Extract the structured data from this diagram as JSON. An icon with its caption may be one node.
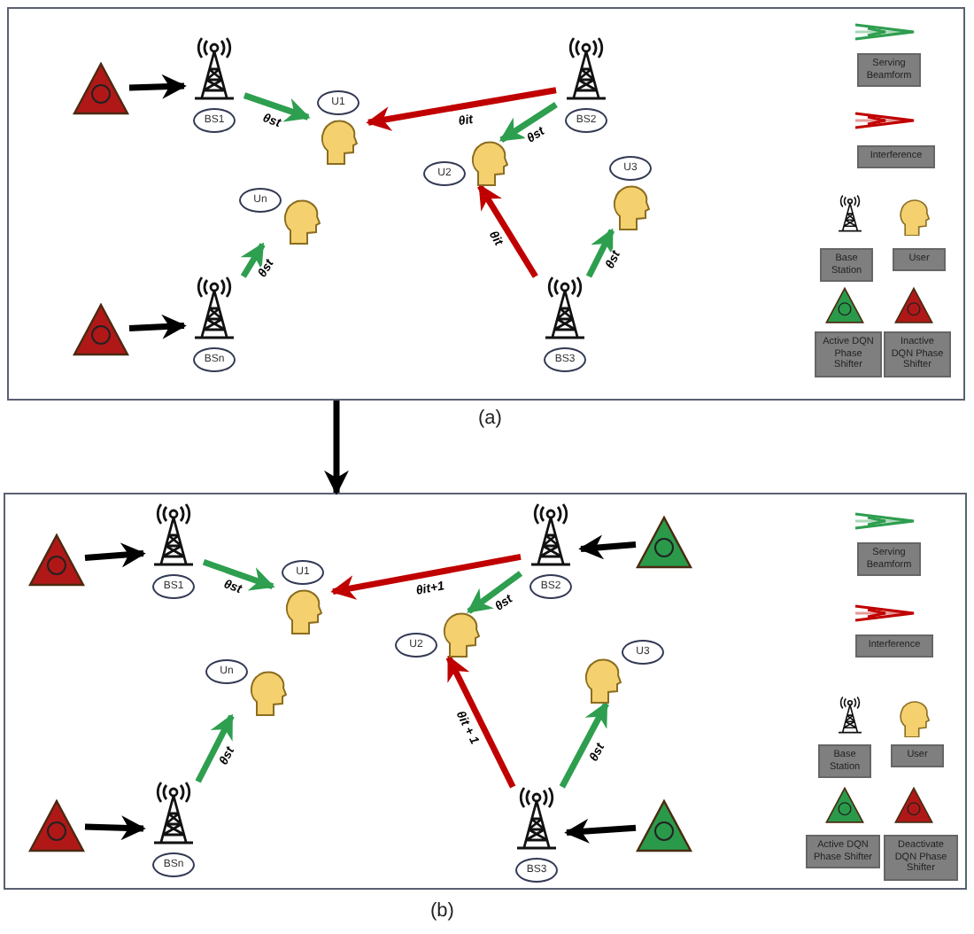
{
  "diagram": {
    "nodes": [
      {
        "text": [],
        "shape": "box",
        "beside": [
          "(a)"
        ]
      },
      {
        "text": [],
        "shape": "triangle",
        "in": 0
      },
      {
        "text": [
          "BS1"
        ],
        "in": 0
      },
      {
        "text": [
          "U1"
        ],
        "in": 0
      },
      {
        "text": [
          "BS2"
        ],
        "in": 0
      },
      {
        "text": [
          "U2"
        ],
        "in": 0
      },
      {
        "text": [
          "U3"
        ],
        "in": 0
      },
      {
        "text": [
          "Un"
        ],
        "in": 0
      },
      {
        "text": [],
        "shape": "triangle",
        "in": 0
      },
      {
        "text": [
          "BSn"
        ],
        "in": 0
      },
      {
        "text": [
          "BS3"
        ],
        "in": 0
      },
      {
        "text": [],
        "shape": "box",
        "beside": [
          "(b)"
        ]
      },
      {
        "text": [],
        "shape": "triangle",
        "in": 11
      },
      {
        "text": [
          "BS1"
        ],
        "in": 11
      },
      {
        "text": [
          "U1"
        ],
        "in": 11
      },
      {
        "text": [
          "BS2"
        ],
        "in": 11
      },
      {
        "text": [],
        "shape": "triangle",
        "in": 11
      },
      {
        "text": [
          "U2"
        ],
        "in": 11
      },
      {
        "text": [
          "U3"
        ],
        "in": 11
      },
      {
        "text": [
          "Un"
        ],
        "in": 11
      },
      {
        "text": [],
        "shape": "triangle",
        "in": 11
      },
      {
        "text": [
          "BSn"
        ],
        "in": 11
      },
      {
        "text": [
          "BS3"
        ],
        "in": 11
      },
      {
        "text": [],
        "shape": "triangle",
        "in": 11
      }
    ],
    "edges": [
      {
        "from": 1,
        "to": 2,
        "arrow": "to",
        "color": "#000000"
      },
      {
        "from": 2,
        "to": 3,
        "arrow": "to",
        "label": "θst"
      },
      {
        "from": 4,
        "to": 3,
        "arrow": "to",
        "label": "θit",
        "color": "#c00000"
      },
      {
        "from": 4,
        "to": 5,
        "arrow": "to",
        "label": "θst"
      },
      {
        "from": 10,
        "to": 5,
        "arrow": "to",
        "label": "θit",
        "color": "#c00000"
      },
      {
        "from": 10,
        "to": 6,
        "arrow": "to",
        "label": "θst"
      },
      {
        "from": 8,
        "to": 9,
        "arrow": "to",
        "color": "#000000"
      },
      {
        "from": 9,
        "to": 7,
        "arrow": "to",
        "label": "θst"
      },
      {
        "from": 0,
        "to": 11,
        "arrow": "to",
        "color": "#000000"
      },
      {
        "from": 12,
        "to": 13,
        "arrow": "to",
        "color": "#000000"
      },
      {
        "from": 13,
        "to": 14,
        "arrow": "to",
        "label": "θst"
      },
      {
        "from": 15,
        "to": 14,
        "arrow": "to",
        "label": "θit+1",
        "color": "#c00000"
      },
      {
        "from": 16,
        "to": 15,
        "arrow": "to",
        "color": "#000000"
      },
      {
        "from": 15,
        "to": 17,
        "arrow": "to",
        "label": "θst"
      },
      {
        "from": 22,
        "to": 17,
        "arrow": "to",
        "label": "θit + 1",
        "color": "#c00000"
      },
      {
        "from": 22,
        "to": 18,
        "arrow": "to",
        "label": "θst"
      },
      {
        "from": 20,
        "to": 21,
        "arrow": "to",
        "color": "#000000"
      },
      {
        "from": 21,
        "to": 19,
        "arrow": "to",
        "label": "θst"
      },
      {
        "from": 23,
        "to": 22,
        "arrow": "to",
        "color": "#000000"
      }
    ],
    "legend": [
      {
        "text": "Serving Beamform"
      },
      {
        "text": "Interference"
      },
      {
        "text": "Base Station"
      },
      {
        "text": "User"
      },
      {
        "text": "Active DQN Phase Shifter"
      },
      {
        "text": "Inactive DQN Phase Shifter"
      },
      {
        "text": "Serving Beamform"
      },
      {
        "text": "Interference"
      },
      {
        "text": "Base Station"
      },
      {
        "text": "User"
      },
      {
        "text": "Active DQN Phase Shifter"
      },
      {
        "text": "Deactivate DQN Phase Shifter"
      }
    ]
  }
}
